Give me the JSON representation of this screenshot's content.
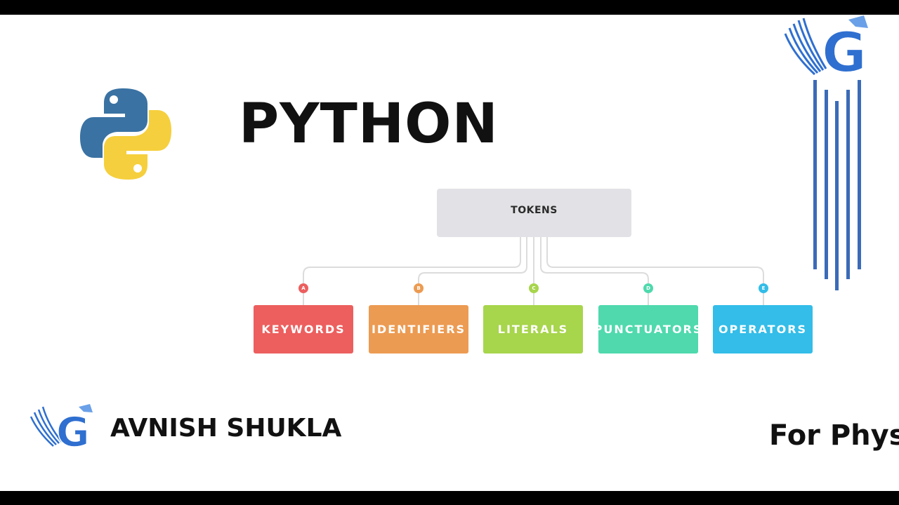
{
  "title": "PYTHON",
  "diagram": {
    "root": "TOKENS",
    "children": [
      {
        "label": "KEYWORDS",
        "marker": "A",
        "color": "#ec5f5e"
      },
      {
        "label": "IDENTIFIERS",
        "marker": "B",
        "color": "#ec9b52"
      },
      {
        "label": "LITERALS",
        "marker": "C",
        "color": "#a7d54c"
      },
      {
        "label": "PUNCTUATORS",
        "marker": "D",
        "color": "#4fd9ad"
      },
      {
        "label": "OPERATORS",
        "marker": "E",
        "color": "#33bde8"
      }
    ]
  },
  "author": "AVNISH SHUKLA",
  "footer_note": "For Phys",
  "icons": {
    "python": "python-logo-icon",
    "brand": "g-brand-logo-icon"
  },
  "colors": {
    "python_blue": "#3a72a3",
    "python_yellow": "#f5cf3d",
    "brand_blue": "#2f6fd0",
    "root_box": "#e2e2e6"
  }
}
